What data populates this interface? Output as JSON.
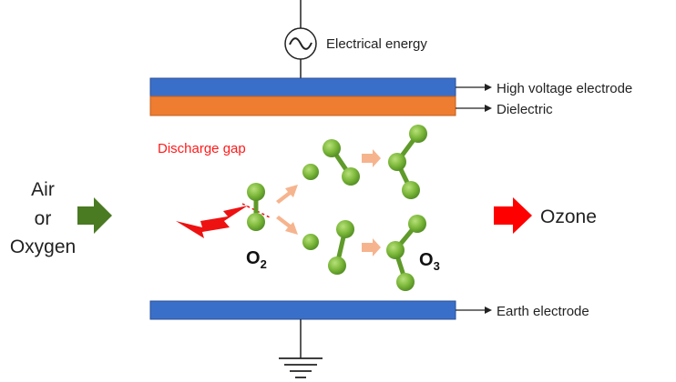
{
  "labels": {
    "electrical_energy": "Electrical energy",
    "ac_symbol": "~",
    "high_voltage_electrode": "High voltage electrode",
    "dielectric": "Dielectric",
    "discharge_gap": "Discharge gap",
    "air": "Air",
    "or": "or",
    "oxygen": "Oxygen",
    "o2_letter": "O",
    "o2_sub": "2",
    "o3_letter": "O",
    "o3_sub": "3",
    "ozone": "Ozone",
    "earth_electrode": "Earth electrode"
  },
  "colors": {
    "electrode_blue": "#3a6fc9",
    "dielectric_orange": "#ee7d31",
    "molecule_green": "#7cb83a",
    "bond_green": "#5f9a2a",
    "inlet_arrow": "#4a7a22",
    "ozone_arrow": "#ff0000",
    "discharge_text": "#ff1a1a",
    "small_arrow": "#f6b48e",
    "spark": "#ee1111"
  },
  "icons": [
    "ac-source-icon",
    "ground-icon",
    "spark-icon"
  ]
}
